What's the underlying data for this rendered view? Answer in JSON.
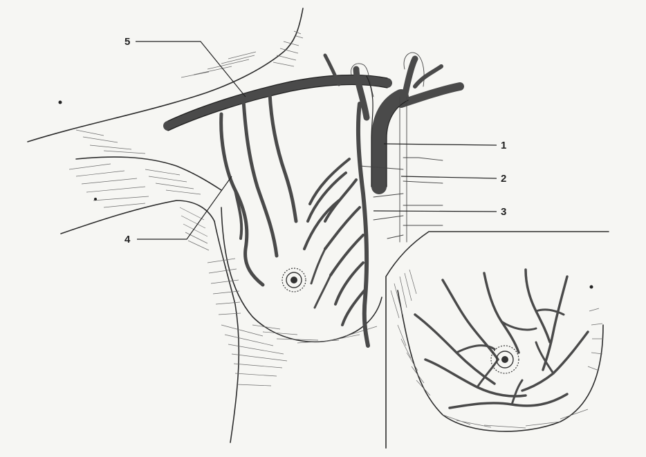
{
  "labels": {
    "l1": "1",
    "l2": "2",
    "l3": "3",
    "l4": "4",
    "l5": "5"
  },
  "colors": {
    "vein_fill": "#5a5a5a",
    "vein_outline": "#1f1f1f",
    "paper": "#f6f6f3"
  }
}
